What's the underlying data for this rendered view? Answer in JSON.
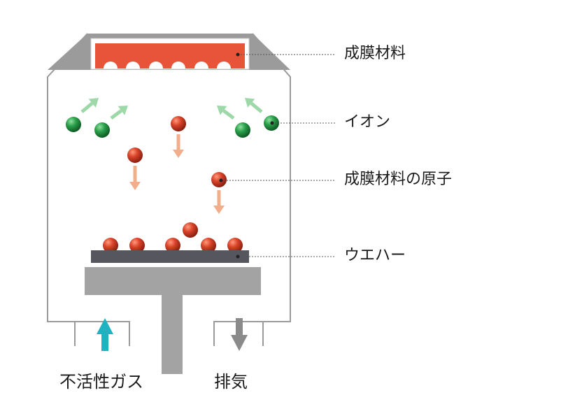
{
  "labels": {
    "target_material": "成膜材料",
    "ion": "イオン",
    "atom": "成膜材料の原子",
    "wafer": "ウエハー",
    "inert_gas": "不活性ガス",
    "exhaust": "排気"
  },
  "colors": {
    "chamber_outline": "#9a9a9a",
    "target": "#e8543a",
    "target_frame": "#9b9b9b",
    "ion": "#2aa04a",
    "ion_arrow": "#9fd8a8",
    "atom": "#d9432a",
    "atom_arrow": "#f2ad8a",
    "wafer": "#55565e",
    "stage": "#a3a3a3",
    "gas_arrow": "#1fb2c1",
    "exhaust_arrow": "#8a8a8a",
    "leader": "#555555"
  }
}
